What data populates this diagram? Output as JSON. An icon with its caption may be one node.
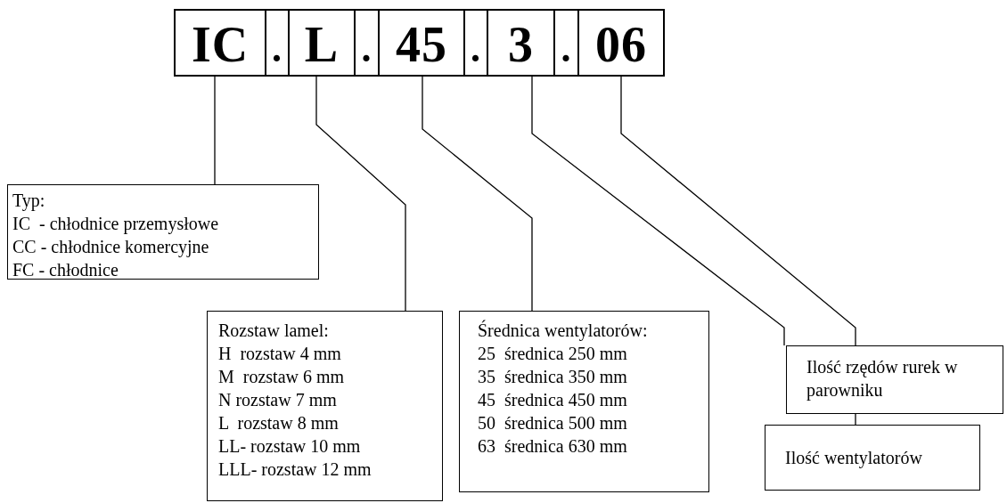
{
  "diagram": {
    "nodes": [
      {
        "text": [
          "IC"
        ]
      },
      {
        "text": [
          "."
        ]
      },
      {
        "text": [
          "L"
        ]
      },
      {
        "text": [
          "."
        ]
      },
      {
        "text": [
          "45"
        ]
      },
      {
        "text": [
          "."
        ]
      },
      {
        "text": [
          "3"
        ]
      },
      {
        "text": [
          "."
        ]
      },
      {
        "text": [
          "06"
        ]
      },
      {
        "text": [
          "Typ:",
          "IC  - chłodnice przemysłowe",
          "CC - chłodnice komercyjne",
          "FC - chłodnice"
        ]
      },
      {
        "text": [
          "Rozstaw lamel:",
          "H  rozstaw 4 mm",
          "M  rozstaw 6 mm",
          "N rozstaw 7 mm",
          "L  rozstaw 8 mm",
          "LL- rozstaw 10 mm",
          "LLL- rozstaw 12 mm"
        ]
      },
      {
        "text": [
          "Średnica wentylatorów:",
          "25  średnica 250 mm",
          "35  średnica 350 mm",
          "45  średnica 450 mm",
          "50  średnica 500 mm",
          "63  średnica 630 mm"
        ]
      },
      {
        "text": [
          "Ilość rzędów rurek w parowniku"
        ]
      },
      {
        "text": [
          "Ilość wentylatorów"
        ]
      }
    ],
    "edges": [
      {
        "from": 0,
        "to": 9,
        "arrow": "none"
      },
      {
        "from": 2,
        "to": 10,
        "arrow": "none"
      },
      {
        "from": 4,
        "to": 11,
        "arrow": "none"
      },
      {
        "from": 6,
        "to": 12,
        "arrow": "none"
      },
      {
        "from": 8,
        "to": 13,
        "arrow": "none"
      }
    ]
  }
}
